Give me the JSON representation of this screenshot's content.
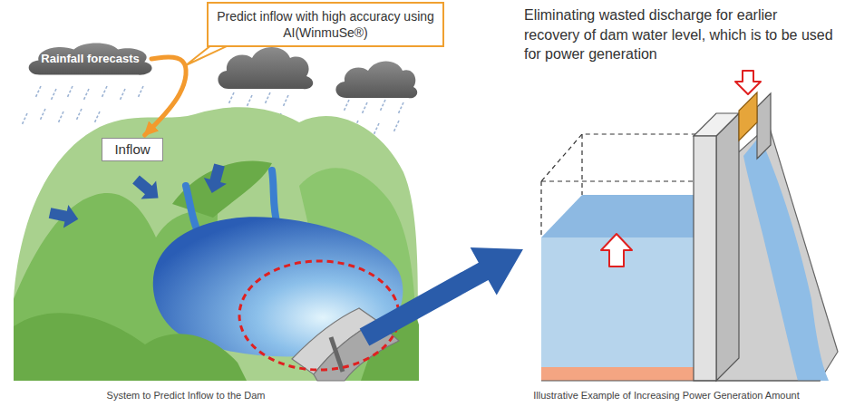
{
  "diagram": {
    "nodes": [
      {
        "text": [
          "Predict inflow with high accuracy using AI(WinmuSe®)"
        ]
      },
      {
        "text": [
          "Rainfall forecasts"
        ]
      },
      {
        "text": [
          "Inflow"
        ]
      }
    ],
    "edges": [
      {
        "from": 1,
        "to": 2,
        "arrow": "to"
      }
    ],
    "labels": [
      "Eliminating wasted discharge for earlier recovery of dam water level, which is to be used for power generation",
      "System to Predict Inflow to the Dam",
      "Illustrative Example of Increasing Power Generation Amount"
    ]
  }
}
